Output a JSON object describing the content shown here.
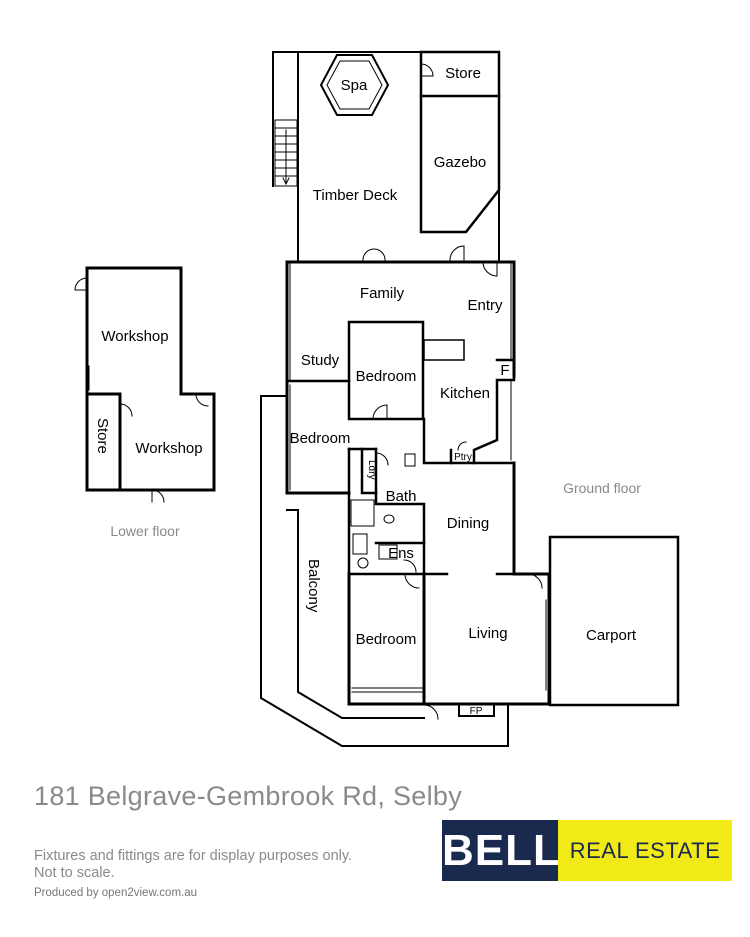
{
  "rooms": {
    "spa": "Spa",
    "store_top": "Store",
    "gazebo": "Gazebo",
    "timber_deck": "Timber Deck",
    "family": "Family",
    "entry": "Entry",
    "study": "Study",
    "bedroom_center": "Bedroom",
    "kitchen": "Kitchen",
    "fridge": "F",
    "bedroom_left": "Bedroom",
    "laundry": "Ldry",
    "pantry": "Ptry",
    "bath": "Bath",
    "dining": "Dining",
    "ensuite": "Ens",
    "balcony": "Balcony",
    "bedroom_bottom": "Bedroom",
    "living": "Living",
    "fireplace": "FP",
    "carport": "Carport",
    "workshop_top": "Workshop",
    "store_lower": "Store",
    "workshop_lower": "Workshop"
  },
  "floors": {
    "ground": "Ground floor",
    "lower": "Lower floor"
  },
  "address": "181 Belgrave-Gembrook Rd, Selby",
  "disclaimer": {
    "line1": "Fixtures and fittings are for display purposes only.",
    "line2": "Not to scale."
  },
  "produced_by": "Produced by open2view.com.au",
  "logo": {
    "brand": "BELL",
    "tagline": "REAL ESTATE",
    "colors": {
      "navy": "#1a2a4f",
      "yellow": "#f2ea16"
    }
  }
}
